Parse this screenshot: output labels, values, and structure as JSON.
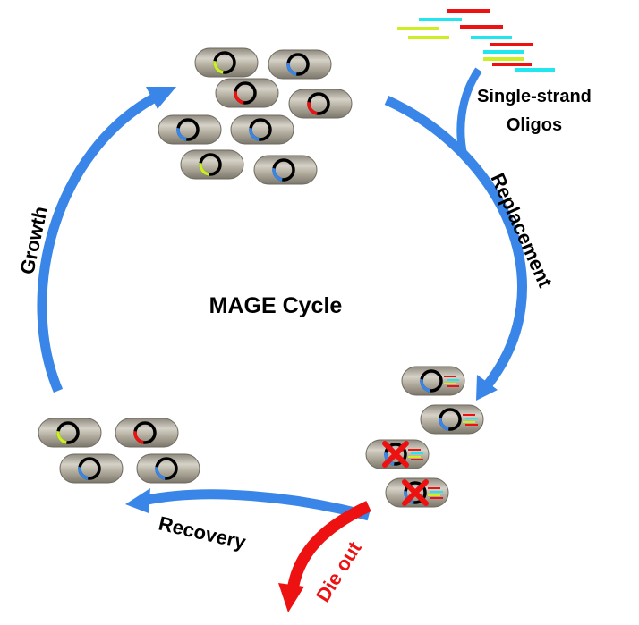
{
  "title": "MAGE Cycle",
  "oligos_label": {
    "line1": "Single-strand",
    "line2": "Oligos"
  },
  "steps": {
    "replacement": "Replacement",
    "growth": "Growth",
    "recovery": "Recovery",
    "die_out": "Die out"
  },
  "colors": {
    "arrow": "#3a86e8",
    "die_out": "#ee1111",
    "cell_body": "#b5b0a3",
    "plasmid": "#000000",
    "mut_yellow": "#ccee22",
    "mut_red": "#ee1111",
    "mut_blue": "#3a86e8",
    "oligo_cyan": "#22e6ee",
    "cross": "#ee1111"
  },
  "cell_groups": {
    "top_population": [
      "yellow",
      "blue",
      "red",
      "red",
      "blue",
      "blue",
      "yellow",
      "blue"
    ],
    "replacement_cells": [
      "blue-oligo",
      "blue-oligo",
      "crossed",
      "crossed"
    ],
    "recovered_cells": [
      "yellow",
      "red",
      "blue",
      "blue"
    ]
  },
  "oligo_strands": [
    "red",
    "cyan",
    "yellow",
    "red",
    "yellow",
    "cyan",
    "red",
    "cyan",
    "yellow",
    "red",
    "cyan"
  ]
}
